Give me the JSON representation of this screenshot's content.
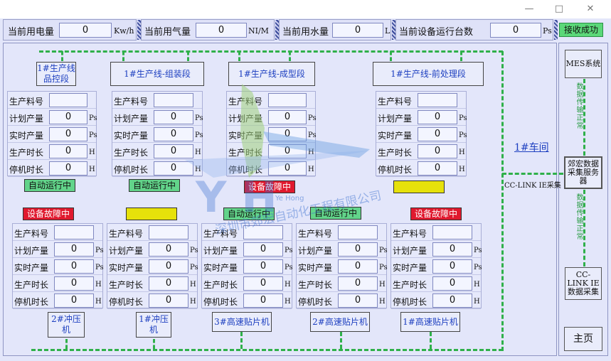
{
  "header": {
    "electricity": {
      "label": "当前用电量",
      "value": "0",
      "unit": "Kw/h"
    },
    "gas": {
      "label": "当前用气量",
      "value": "0",
      "unit": "NI/M"
    },
    "water": {
      "label": "当前用水量",
      "value": "0",
      "unit": "L"
    },
    "devices": {
      "label": "当前设备运行台数",
      "value": "0",
      "unit": "Ps"
    },
    "receive_status": "接收成功"
  },
  "window_controls": {
    "minimize": "—",
    "maximize": "□",
    "close": "✕"
  },
  "row_labels": {
    "material": "生产料号",
    "planned": "计划产量",
    "actual": "实时产量",
    "duration": "生产时长",
    "downtime": "停机时长"
  },
  "units": {
    "ps": "Ps",
    "h": "H"
  },
  "top_lines": [
    {
      "title": "1#生产线品控段",
      "status": "自动运行中",
      "planned": "0",
      "actual": "0",
      "duration": "0",
      "downtime": "0"
    },
    {
      "title": "1#生产线-组装段",
      "status": "自动运行中",
      "planned": "0",
      "actual": "0",
      "duration": "0",
      "downtime": "0"
    },
    {
      "title": "1#生产线-成型段",
      "status": "设备故障中",
      "planned": "0",
      "actual": "0",
      "duration": "0",
      "downtime": "0"
    },
    {
      "title": "1#生产线-前处理段",
      "status": "",
      "planned": "0",
      "actual": "0",
      "duration": "0",
      "downtime": "0"
    }
  ],
  "bottom_lines": [
    {
      "title": "2#冲压机",
      "status": "设备故障中",
      "planned": "0",
      "actual": "0",
      "duration": "0",
      "downtime": "0"
    },
    {
      "title": "1#冲压机",
      "status": "",
      "planned": "0",
      "actual": "0",
      "duration": "0",
      "downtime": "0"
    },
    {
      "title": "3#高速贴片机",
      "status": "自动运行中",
      "planned": "0",
      "actual": "0",
      "duration": "0",
      "downtime": "0"
    },
    {
      "title": "2#高速贴片机",
      "status": "自动运行中",
      "planned": "0",
      "actual": "0",
      "duration": "0",
      "downtime": "0"
    },
    {
      "title": "1#高速贴片机",
      "status": "设备故障中",
      "planned": "0",
      "actual": "0",
      "duration": "0",
      "downtime": "0"
    }
  ],
  "workshop": "1#车间",
  "cclink_label": "CC-LINK IE采集",
  "side": {
    "mes": "MES系统",
    "transfer_top": "数据传输正常",
    "server": "郊宏数据采集服务器",
    "transfer_bottom": "数据传输正常",
    "cclink": "CC-LINK IE 数据采集",
    "home": "主页"
  },
  "watermark": {
    "brand": "Ye Hong",
    "company": "深圳市郊宏自动化工程有限公司"
  },
  "colors": {
    "run": "#62d48a",
    "fault": "#e0192e",
    "idle": "#e6e10b",
    "dash": "#2fb04a",
    "title_text": "#1d3fc0"
  }
}
